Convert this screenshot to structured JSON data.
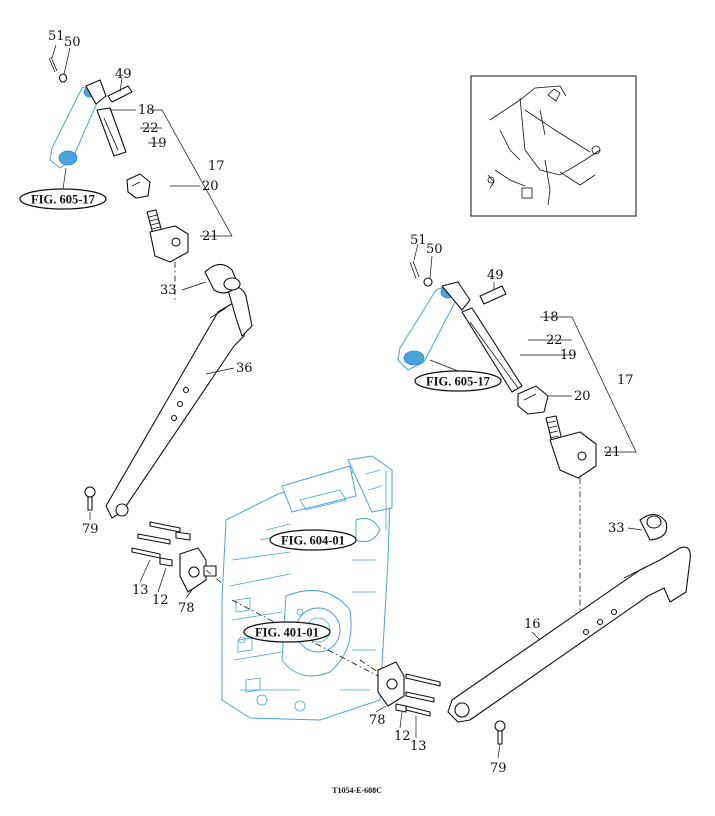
{
  "callouts": {
    "upper_left": {
      "n51": "51",
      "n50": "50",
      "n49": "49",
      "n18": "18",
      "n22": "22",
      "n19": "19",
      "n17": "17",
      "n20": "20",
      "n21": "21",
      "n33": "33",
      "n36": "36"
    },
    "right_upper": {
      "n51": "51",
      "n50": "50",
      "n49": "49",
      "n18": "18",
      "n22": "22",
      "n19": "19",
      "n17": "17",
      "n20": "20",
      "n21": "21"
    },
    "lower": {
      "n79_left": "79",
      "n13_left": "13",
      "n12_left": "12",
      "n78_left": "78",
      "n33_right": "33",
      "n16": "16",
      "n78_right": "78",
      "n12_right": "12",
      "n13_right": "13",
      "n79_right": "79"
    }
  },
  "figure_refs": {
    "left_fig": "FIG. 605-17",
    "right_fig": "FIG. 605-17",
    "center_top_fig": "FIG. 604-01",
    "center_mid_fig": "FIG. 401-01"
  },
  "drawing_code": "T1054-E-608C",
  "colors": {
    "linework": "#111111",
    "highlight_blue": "#4aa3df",
    "background": "#ffffff"
  }
}
